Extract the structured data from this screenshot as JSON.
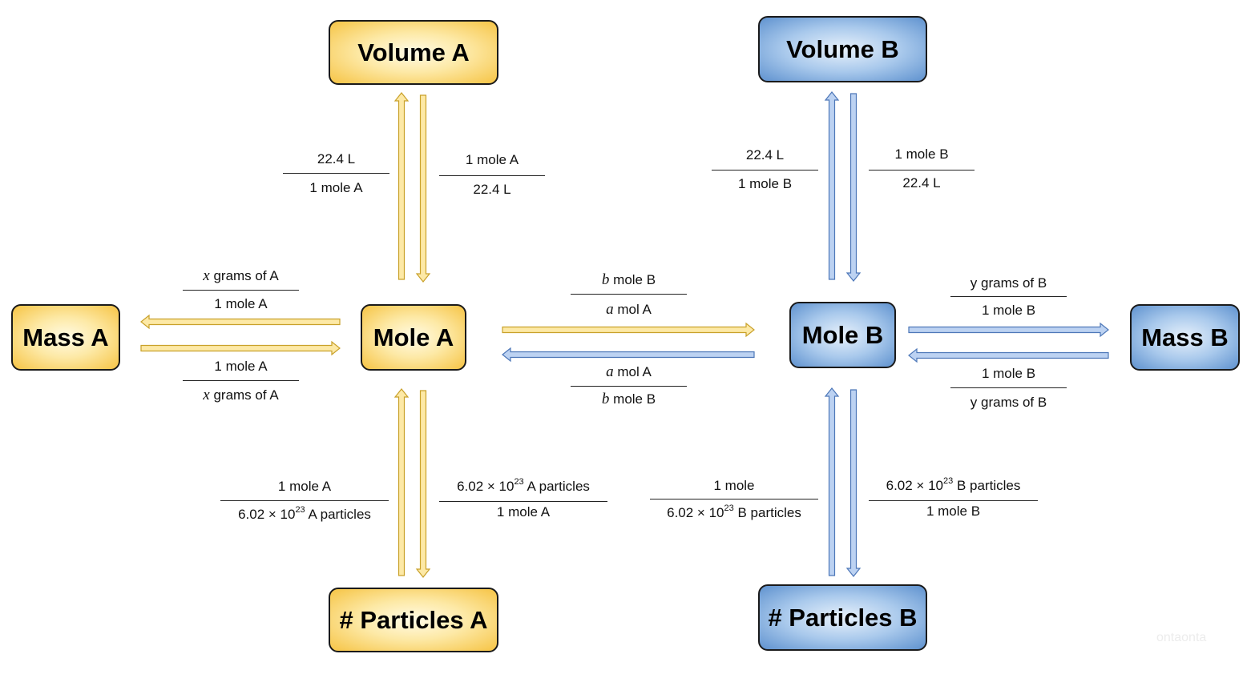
{
  "colors": {
    "a_arrow_fill": "#fde9a6",
    "a_arrow_stroke": "#c9a12a",
    "b_arrow_fill": "#bcd2f2",
    "b_arrow_stroke": "#4d77b8"
  },
  "nodes": {
    "volume_a": "Volume A",
    "mass_a": "Mass A",
    "mole_a": "Mole A",
    "particles_a": "# Particles A",
    "volume_b": "Volume B",
    "mole_b": "Mole B",
    "mass_b": "Mass B",
    "particles_b": "# Particles B"
  },
  "factors": {
    "mole_a_to_volume": {
      "num": "22.4 L",
      "den": "1 mole A"
    },
    "volume_to_mole_a": {
      "num": "1 mole A",
      "den": "22.4 L"
    },
    "mole_a_to_mass": {
      "num_var": "x",
      "num": "grams of A",
      "den": "1 mole A"
    },
    "mass_to_mole_a": {
      "num": "1 mole A",
      "den_var": "x",
      "den": "grams of A"
    },
    "mole_a_to_mole_b": {
      "num_var": "b",
      "num": "mole B",
      "den_var": "a",
      "den": "mol A"
    },
    "mole_b_to_mole_a": {
      "num_var": "a",
      "num": "mol A",
      "den_var": "b",
      "den": "mole B"
    },
    "mole_a_from_particles": {
      "num": "1 mole A",
      "den_pre": "6.02 × 10",
      "den_exp": "23",
      "den_post": "A particles"
    },
    "particles_from_mole_a": {
      "num_pre": "6.02 × 10",
      "num_exp": "23",
      "num_post": "A particles",
      "den": "1 mole A"
    },
    "mole_b_to_volume": {
      "num": "22.4 L",
      "den": "1 mole B"
    },
    "volume_to_mole_b": {
      "num": "1 mole B",
      "den": "22.4 L"
    },
    "mole_b_to_mass": {
      "num": "y grams of B",
      "den": "1 mole B"
    },
    "mass_to_mole_b": {
      "num": "1 mole B",
      "den": "y grams of B"
    },
    "mole_b_from_particles": {
      "num": "1 mole",
      "den_pre": "6.02 × 10",
      "den_exp": "23",
      "den_post": "B particles"
    },
    "particles_from_mole_b": {
      "num_pre": "6.02 × 10",
      "num_exp": "23",
      "num_post": "B particles",
      "den": "1 mole B"
    }
  },
  "watermark": "ontaonta"
}
